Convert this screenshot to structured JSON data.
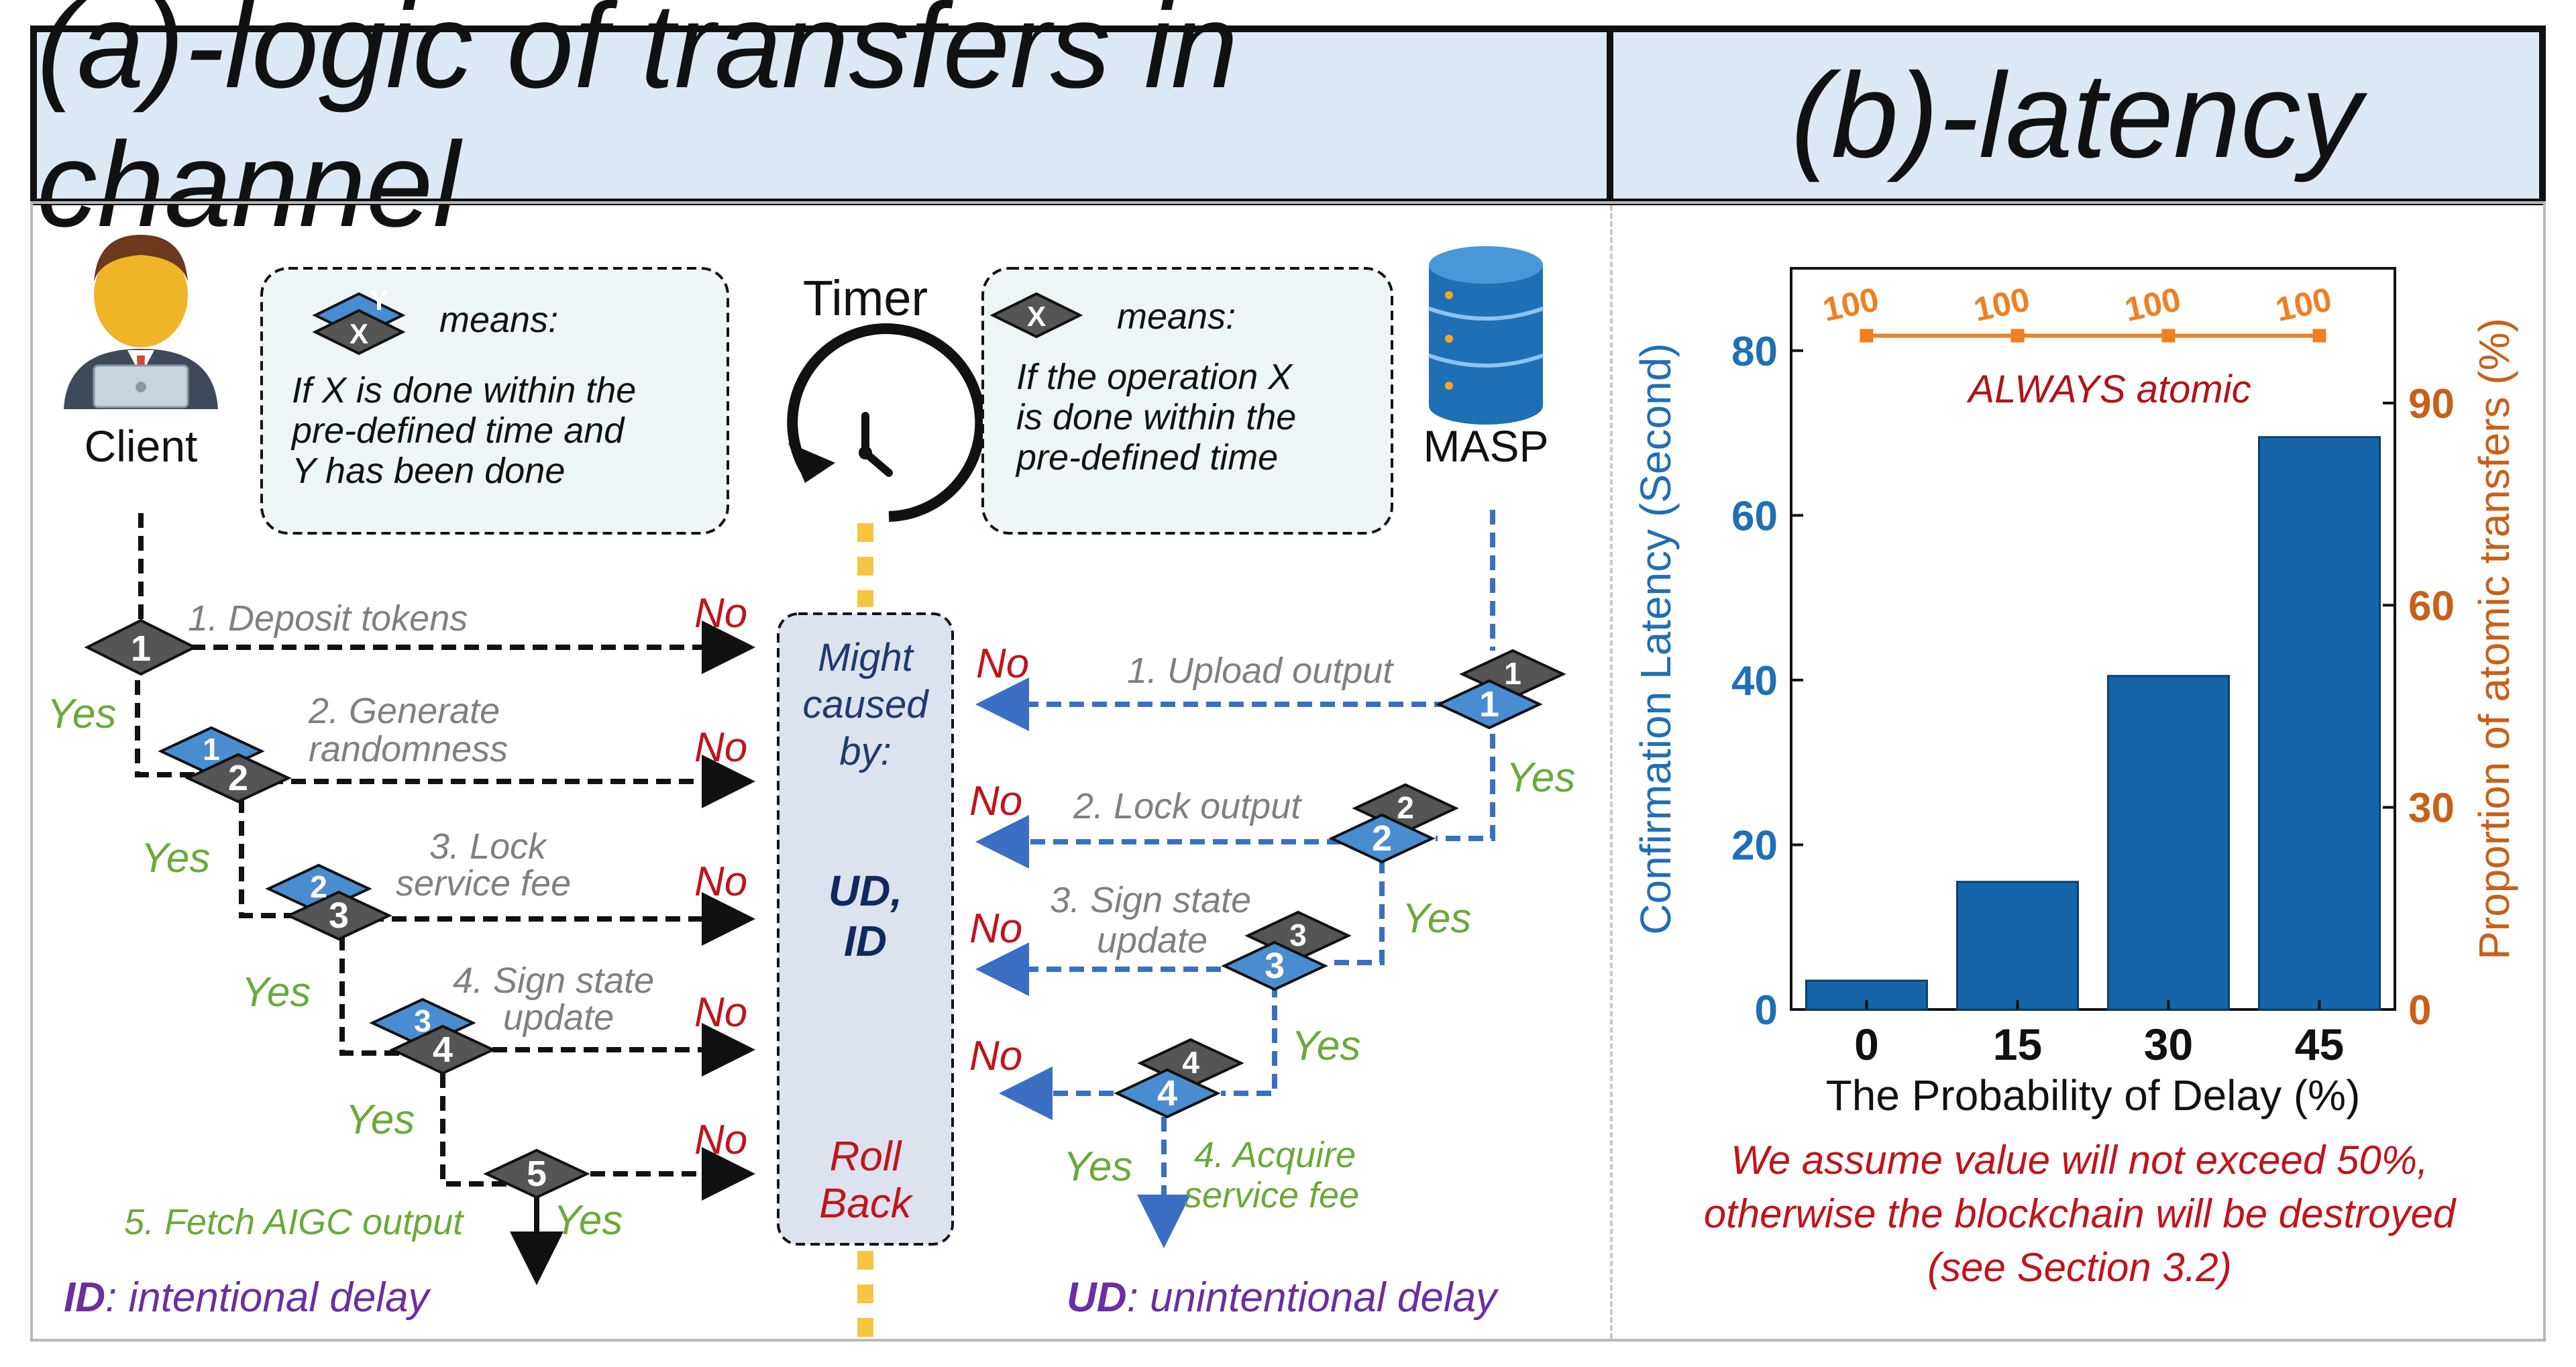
{
  "panel_a": {
    "title": "(a)-logic of transfers in channel",
    "client_label": "Client",
    "masp_label": "MASP",
    "timer_label": "Timer",
    "legend_left": {
      "diamond_top": "Y",
      "diamond_bottom": "X",
      "means": "means:",
      "lines": [
        "If X is done within the",
        "pre-defined time and",
        "Y has been done"
      ]
    },
    "legend_right": {
      "diamond": "X",
      "means": "means:",
      "lines": [
        "If the operation X",
        "is done within the",
        "pre-defined time"
      ]
    },
    "center_box": {
      "line1": [
        "Might",
        "caused",
        "by:"
      ],
      "line2": [
        "UD,",
        "ID"
      ],
      "line3": [
        "Roll",
        "Back"
      ]
    },
    "client_steps": [
      {
        "num": "1",
        "label": [
          "1. Deposit tokens"
        ],
        "no": "No",
        "yes": "Yes"
      },
      {
        "num": "2",
        "top": "1",
        "label": [
          "2. Generate",
          "randomness"
        ],
        "no": "No",
        "yes": "Yes"
      },
      {
        "num": "3",
        "top": "2",
        "label": [
          "3. Lock",
          "service fee"
        ],
        "no": "No",
        "yes": "Yes"
      },
      {
        "num": "4",
        "top": "3",
        "label": [
          "4. Sign state",
          "update"
        ],
        "no": "No",
        "yes": "Yes"
      },
      {
        "num": "5",
        "top": "4",
        "label": [],
        "no": "No",
        "yes": "Yes"
      }
    ],
    "fetch_label": "5. Fetch AIGC output",
    "masp_steps": [
      {
        "num": "1",
        "top": "1",
        "label": [
          "1. Upload output"
        ],
        "no": "No",
        "yes": "Yes"
      },
      {
        "num": "2",
        "top": "2",
        "label": [
          "2. Lock output"
        ],
        "no": "No",
        "yes": "Yes"
      },
      {
        "num": "3",
        "top": "3",
        "label": [
          "3. Sign state",
          "update"
        ],
        "no": "No",
        "yes": "Yes"
      },
      {
        "num": "4",
        "top": "4",
        "label": [],
        "no": "No",
        "yes": "Yes"
      }
    ],
    "acquire_label": [
      "4. Acquire",
      "service fee"
    ],
    "id_note": {
      "abbr": "ID",
      "text": ": intentional delay"
    },
    "ud_note": {
      "abbr": "UD",
      "text": ": unintentional delay"
    }
  },
  "panel_b": {
    "title": "(b)-latency",
    "atomic_label": "ALWAYS atomic",
    "note": [
      "We assume value will not exceed 50%,",
      "otherwise the blockchain will be destroyed",
      "(see Section 3.2)"
    ]
  },
  "chart_data": {
    "type": "bar",
    "categories": [
      "0",
      "15",
      "30",
      "45"
    ],
    "values": [
      3.5,
      15.5,
      40.5,
      69.5
    ],
    "xlabel": "The Probability of Delay (%)",
    "ylabel": "Confirmation Latency (Second)",
    "ylim": [
      0,
      90
    ],
    "yticks": [
      0,
      20,
      40,
      60,
      80
    ],
    "y2label": "Proportion of atomic transfers (%)",
    "y2lim": [
      0,
      110
    ],
    "y2ticks": [
      0,
      30,
      60,
      90
    ],
    "line_series": {
      "values": [
        100,
        100,
        100,
        100
      ],
      "labels": [
        "100",
        "100",
        "100",
        "100"
      ]
    },
    "colors": {
      "bar": "#1565a8",
      "left_axis": "#1f6fb5",
      "right_axis": "#c8601a",
      "line": "#f07f20"
    }
  },
  "colors": {
    "title_bg": "#dce9f5",
    "no": "#c0141c",
    "yes": "#6aaa3a",
    "blue_dash": "#3a6fc4",
    "purple": "#6a2fa0",
    "timer_dash": "#f5c542",
    "step_label": "#808080"
  }
}
